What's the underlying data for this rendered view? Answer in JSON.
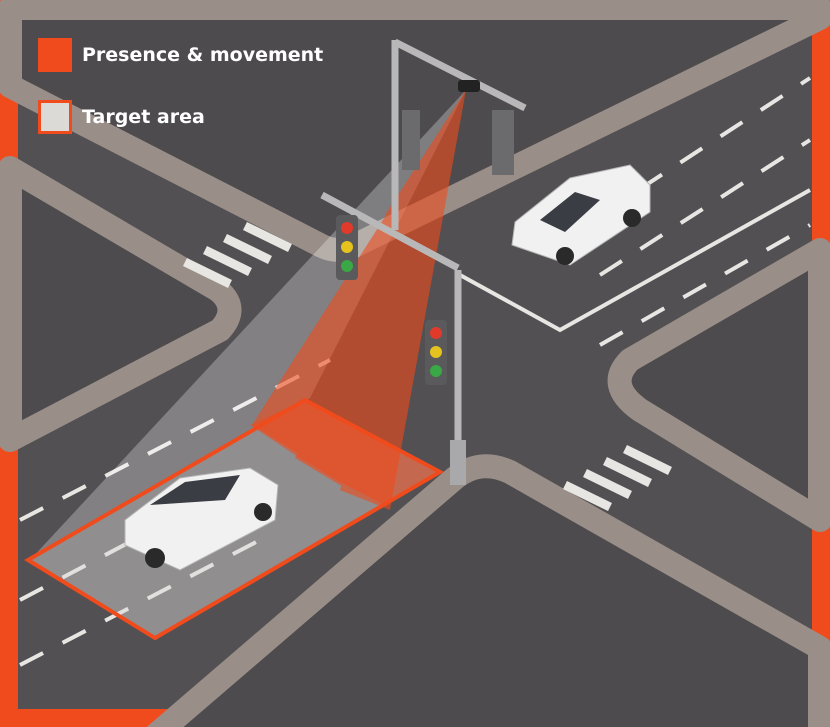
{
  "legend": {
    "items": [
      {
        "label": "Presence & movement",
        "swatch": "filled-orange"
      },
      {
        "label": "Target area",
        "swatch": "outlined-light"
      }
    ]
  },
  "colors": {
    "frame": "#f04b1c",
    "ground": "#525053",
    "sidewalk": "#9a8f88",
    "accent": "#f04b1c",
    "target_fill": "#dcdad7"
  },
  "icons": [
    "radar-sensor-icon",
    "traffic-light-icon",
    "car-icon"
  ]
}
